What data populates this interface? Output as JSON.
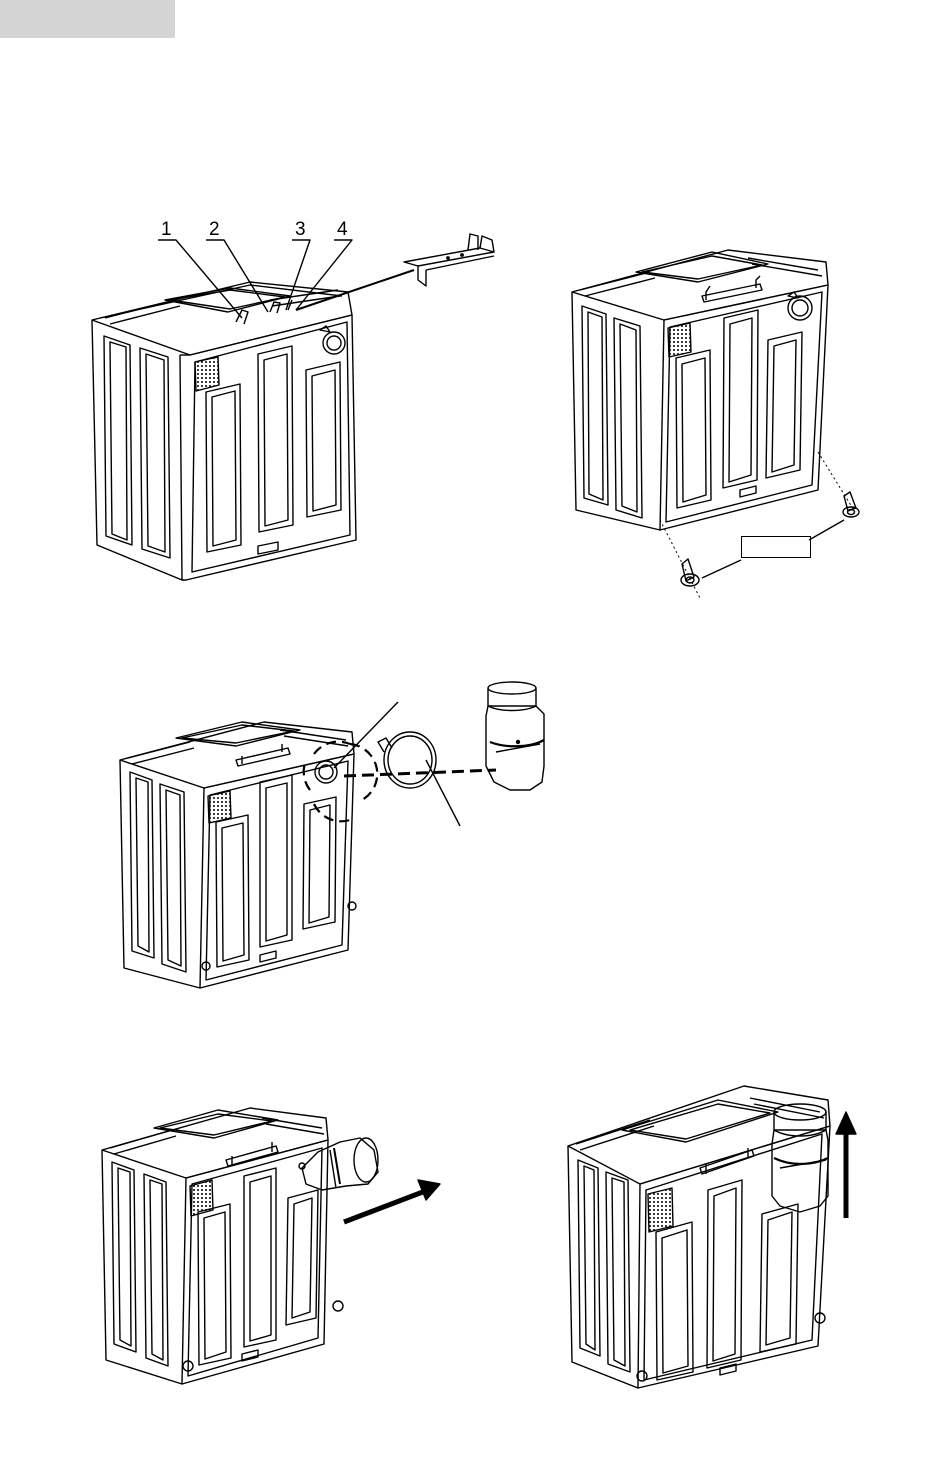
{
  "page": {
    "header_tab": "",
    "figures": [
      {
        "name": "figure-1",
        "callouts": [
          "1",
          "2",
          "3",
          "4"
        ]
      },
      {
        "name": "figure-2",
        "label_box": ""
      },
      {
        "name": "figure-3"
      },
      {
        "name": "figure-4"
      },
      {
        "name": "figure-5"
      }
    ]
  }
}
